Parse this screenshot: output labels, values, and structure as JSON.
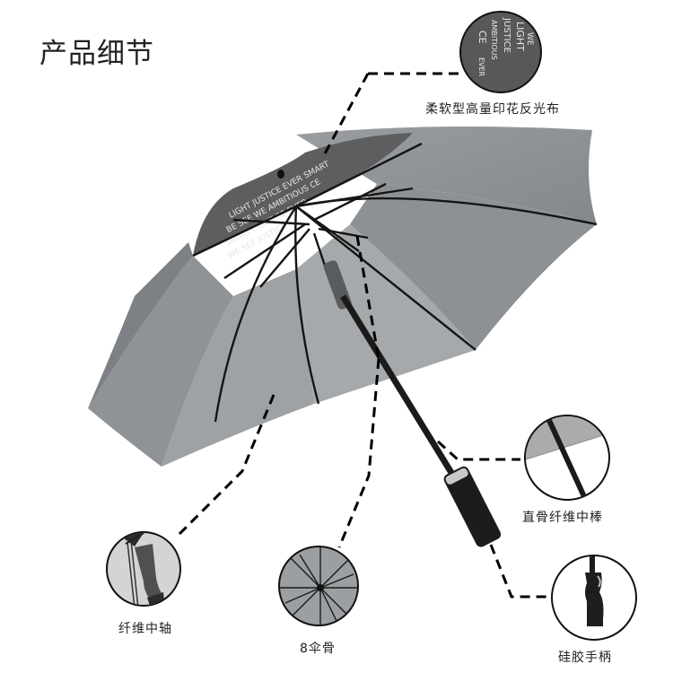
{
  "page": {
    "title": "产品细节",
    "colors": {
      "canopy": "#8f9296",
      "canopy_light": "#a9acaf",
      "print_fabric": "#5c5e60",
      "frame": "#1a1a1a",
      "dash": "#000000"
    }
  },
  "callouts": [
    {
      "id": "fabric",
      "label": "柔软型高量印花反光布",
      "icon": "reflective-print-fabric-detail"
    },
    {
      "id": "shaft",
      "label": "直骨纤维中棒",
      "icon": "straight-fiber-shaft-detail"
    },
    {
      "id": "handle",
      "label": "硅胶手柄",
      "icon": "silicone-handle-detail"
    },
    {
      "id": "runner",
      "label": "纤维中轴",
      "icon": "fiber-center-axis-detail"
    },
    {
      "id": "ribs",
      "label": "8伞骨",
      "icon": "eight-ribs-detail"
    }
  ],
  "print_text": [
    "LIGHT",
    "JUSTICE",
    "SEE",
    "BE",
    "WE",
    "EVER",
    "AMBITIOUS",
    "SMART",
    "CE"
  ]
}
